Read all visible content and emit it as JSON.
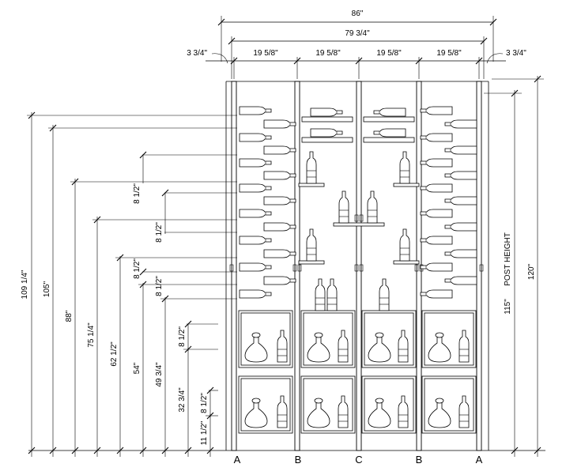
{
  "top_dims": {
    "overall": "86\"",
    "inner": "79 3/4\"",
    "left_margin": "3 3/4\"",
    "right_margin": "3 3/4\"",
    "bays": [
      "19 5/8\"",
      "19 5/8\"",
      "19 5/8\"",
      "19 5/8\""
    ]
  },
  "left_dims": {
    "heights": [
      "109 1/4\"",
      "105\"",
      "88\"",
      "75 1/4\"",
      "62 1/2\"",
      "54\"",
      "49 3/4\"",
      "32 3/4\"",
      "11 1/2\""
    ],
    "spacings": [
      "8 1/2\"",
      "8 1/2\"",
      "8 1/2\"",
      "8 1/2\"",
      "8 1/2\"",
      "8 1/2\""
    ]
  },
  "right_dims": {
    "post_height": "115\"",
    "post_height_label": "POST HEIGHT",
    "overall_height": "120\""
  },
  "post_labels": [
    "A",
    "B",
    "C",
    "B",
    "A"
  ]
}
